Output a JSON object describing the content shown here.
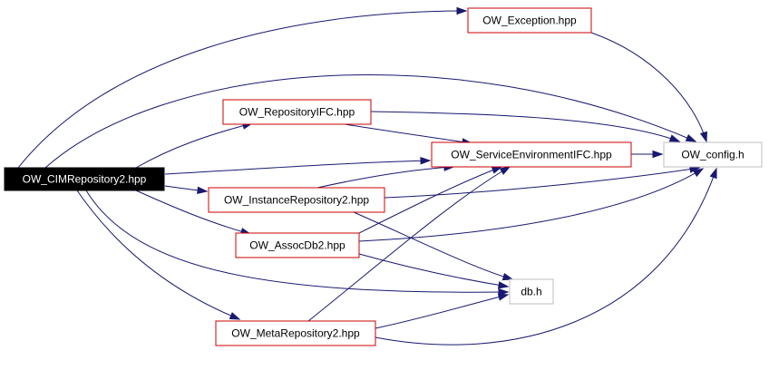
{
  "diagram": {
    "nodes": [
      {
        "id": "cimrepo",
        "label": "OW_CIMRepository2.hpp",
        "style": "root"
      },
      {
        "id": "exception",
        "label": "OW_Exception.hpp",
        "style": "linked"
      },
      {
        "id": "repoifc",
        "label": "OW_RepositoryIFC.hpp",
        "style": "linked"
      },
      {
        "id": "serviceenv",
        "label": "OW_ServiceEnvironmentIFC.hpp",
        "style": "linked"
      },
      {
        "id": "config",
        "label": "OW_config.h",
        "style": "plain"
      },
      {
        "id": "instrepo",
        "label": "OW_InstanceRepository2.hpp",
        "style": "linked"
      },
      {
        "id": "assocdb",
        "label": "OW_AssocDb2.hpp",
        "style": "linked"
      },
      {
        "id": "dbh",
        "label": "db.h",
        "style": "plain"
      },
      {
        "id": "metarepo",
        "label": "OW_MetaRepository2.hpp",
        "style": "linked"
      }
    ],
    "colors": {
      "edge": "#191970",
      "root_fill": "#000000",
      "root_text": "#ffffff",
      "linked_border": "#cc0000",
      "plain_border": "#bfbfbf",
      "node_fill": "#ffffff",
      "node_text": "#000000"
    }
  }
}
